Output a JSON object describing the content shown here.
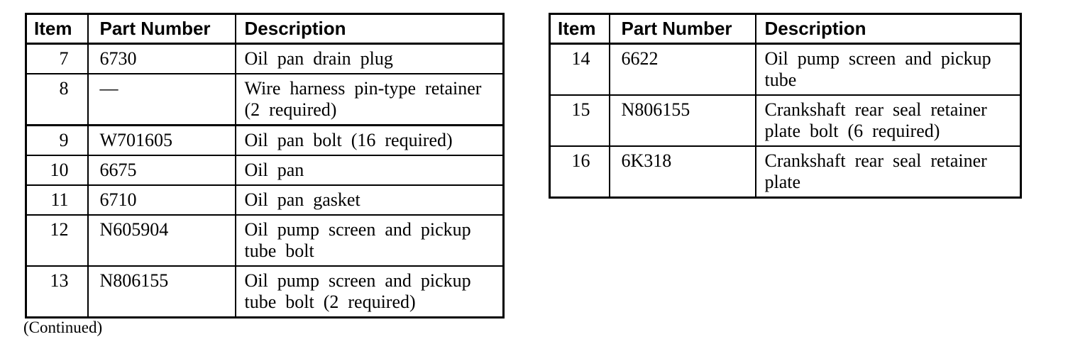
{
  "colors": {
    "text": "#000000",
    "background": "#ffffff",
    "border": "#000000"
  },
  "continued_label": "(Continued)",
  "tables": [
    {
      "name": "parts-list-items-7-13",
      "headers": [
        "Item",
        "Part Number",
        "Description"
      ],
      "rows": [
        {
          "item": "7",
          "part_number": "6730",
          "description": "Oil pan drain plug"
        },
        {
          "item": "8",
          "part_number": "—",
          "description": "Wire harness pin-type retainer (2 required)"
        },
        {
          "item": "9",
          "part_number": "W701605",
          "description": "Oil pan bolt (16 required)"
        },
        {
          "item": "10",
          "part_number": "6675",
          "description": "Oil pan"
        },
        {
          "item": "11",
          "part_number": "6710",
          "description": "Oil pan gasket"
        },
        {
          "item": "12",
          "part_number": "N605904",
          "description": "Oil pump screen and pickup tube bolt"
        },
        {
          "item": "13",
          "part_number": "N806155",
          "description": "Oil pump screen and pickup tube bolt (2 required)"
        }
      ]
    },
    {
      "name": "parts-list-items-14-16",
      "headers": [
        "Item",
        "Part Number",
        "Description"
      ],
      "rows": [
        {
          "item": "14",
          "part_number": "6622",
          "description": "Oil pump screen and pickup tube"
        },
        {
          "item": "15",
          "part_number": "N806155",
          "description": "Crankshaft rear seal retainer plate bolt (6 required)"
        },
        {
          "item": "16",
          "part_number": "6K318",
          "description": "Crankshaft rear seal retainer plate"
        }
      ]
    }
  ]
}
